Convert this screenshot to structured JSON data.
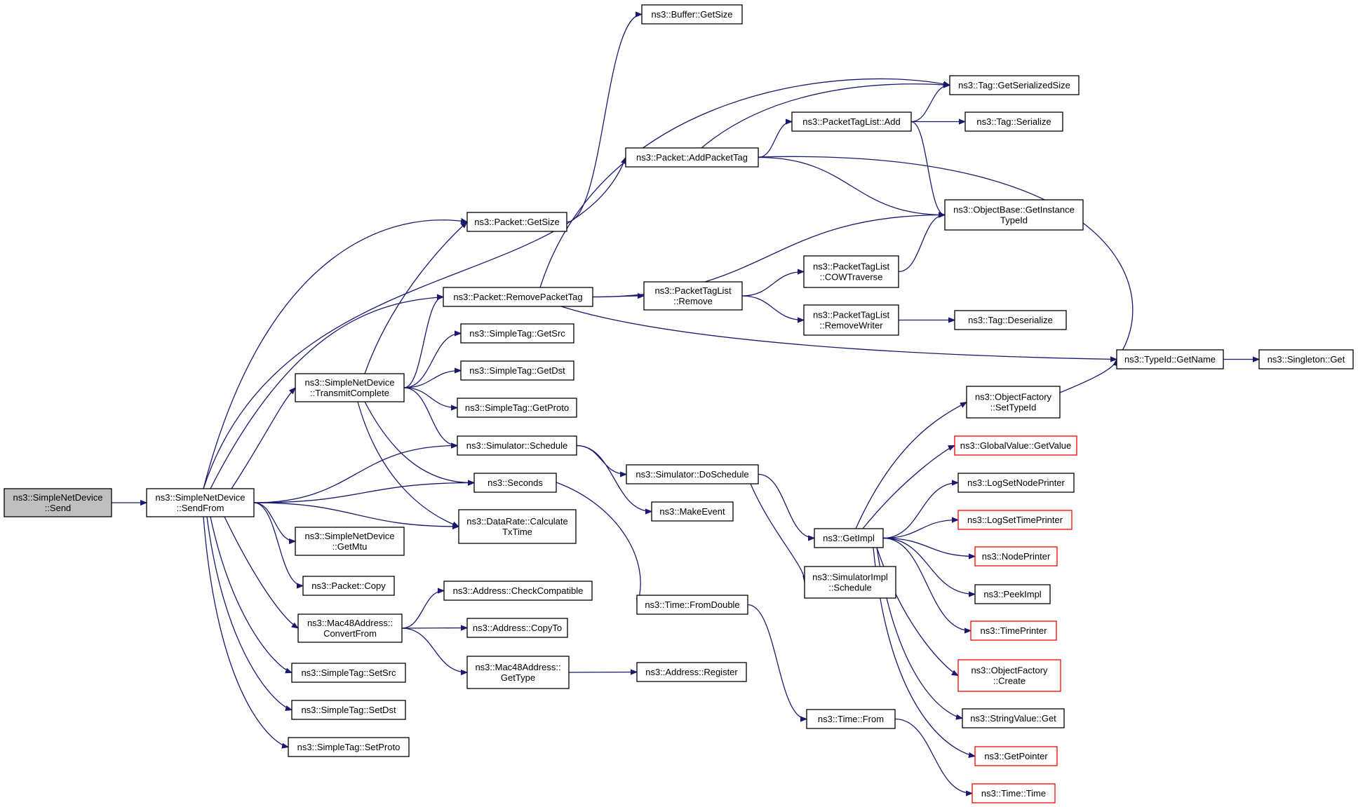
{
  "graph": {
    "nodes": [
      {
        "id": "send",
        "label": "ns3::SimpleNetDevice\n::Send",
        "root": true
      },
      {
        "id": "sendfrom",
        "label": "ns3::SimpleNetDevice\n::SendFrom"
      },
      {
        "id": "getsize",
        "label": "ns3::Packet::GetSize"
      },
      {
        "id": "buffergetsize",
        "label": "ns3::Buffer::GetSize"
      },
      {
        "id": "removepackettag",
        "label": "ns3::Packet::RemovePacketTag"
      },
      {
        "id": "transmitcomplete",
        "label": "ns3::SimpleNetDevice\n::TransmitComplete"
      },
      {
        "id": "getsrc",
        "label": "ns3::SimpleTag::GetSrc"
      },
      {
        "id": "getdst",
        "label": "ns3::SimpleTag::GetDst"
      },
      {
        "id": "getproto",
        "label": "ns3::SimpleTag::GetProto"
      },
      {
        "id": "schedule",
        "label": "ns3::Simulator::Schedule"
      },
      {
        "id": "seconds",
        "label": "ns3::Seconds"
      },
      {
        "id": "calctx",
        "label": "ns3::DataRate::Calculate\nTxTime"
      },
      {
        "id": "getmtu",
        "label": "ns3::SimpleNetDevice\n::GetMtu"
      },
      {
        "id": "copy",
        "label": "ns3::Packet::Copy"
      },
      {
        "id": "convertfrom",
        "label": "ns3::Mac48Address::\nConvertFrom"
      },
      {
        "id": "setsrc",
        "label": "ns3::SimpleTag::SetSrc"
      },
      {
        "id": "setdst",
        "label": "ns3::SimpleTag::SetDst"
      },
      {
        "id": "setproto",
        "label": "ns3::SimpleTag::SetProto"
      },
      {
        "id": "checkcompat",
        "label": "ns3::Address::CheckCompatible"
      },
      {
        "id": "copyto",
        "label": "ns3::Address::CopyTo"
      },
      {
        "id": "gettype",
        "label": "ns3::Mac48Address::\nGetType"
      },
      {
        "id": "register",
        "label": "ns3::Address::Register"
      },
      {
        "id": "addpackettag",
        "label": "ns3::Packet::AddPacketTag"
      },
      {
        "id": "ptlremove",
        "label": "ns3::PacketTagList\n::Remove"
      },
      {
        "id": "doschedule",
        "label": "ns3::Simulator::DoSchedule"
      },
      {
        "id": "makeevent",
        "label": "ns3::MakeEvent"
      },
      {
        "id": "fromdouble",
        "label": "ns3::Time::FromDouble"
      },
      {
        "id": "timefrom",
        "label": "ns3::Time::From"
      },
      {
        "id": "ptladd",
        "label": "ns3::PacketTagList::Add"
      },
      {
        "id": "getserialized",
        "label": "ns3::Tag::GetSerializedSize"
      },
      {
        "id": "tagserialize",
        "label": "ns3::Tag::Serialize"
      },
      {
        "id": "getinstancetypeid",
        "label": "ns3::ObjectBase::GetInstance\nTypeId"
      },
      {
        "id": "cowtraverse",
        "label": "ns3::PacketTagList\n::COWTraverse"
      },
      {
        "id": "removewriter",
        "label": "ns3::PacketTagList\n::RemoveWriter"
      },
      {
        "id": "tagdeserialize",
        "label": "ns3::Tag::Deserialize"
      },
      {
        "id": "typeidgetname",
        "label": "ns3::TypeId::GetName"
      },
      {
        "id": "singletonget",
        "label": "ns3::Singleton::Get"
      },
      {
        "id": "getimpl",
        "label": "ns3::GetImpl"
      },
      {
        "id": "simimplschedule",
        "label": "ns3::SimulatorImpl\n::Schedule"
      },
      {
        "id": "settypeid",
        "label": "ns3::ObjectFactory\n::SetTypeId"
      },
      {
        "id": "globalgetvalue",
        "label": "ns3::GlobalValue::GetValue",
        "truncated": true
      },
      {
        "id": "logsetnode",
        "label": "ns3::LogSetNodePrinter"
      },
      {
        "id": "logsettime",
        "label": "ns3::LogSetTimePrinter",
        "truncated": true
      },
      {
        "id": "nodeprinter",
        "label": "ns3::NodePrinter",
        "truncated": true
      },
      {
        "id": "peekimpl",
        "label": "ns3::PeekImpl"
      },
      {
        "id": "timeprinter",
        "label": "ns3::TimePrinter",
        "truncated": true
      },
      {
        "id": "ofcreate",
        "label": "ns3::ObjectFactory\n::Create",
        "truncated": true
      },
      {
        "id": "stringvalueget",
        "label": "ns3::StringValue::Get"
      },
      {
        "id": "getpointer",
        "label": "ns3::GetPointer",
        "truncated": true
      },
      {
        "id": "timetime",
        "label": "ns3::Time::Time",
        "truncated": true
      }
    ],
    "edges": [
      [
        "send",
        "sendfrom"
      ],
      [
        "sendfrom",
        "getsize"
      ],
      [
        "sendfrom",
        "addpackettag"
      ],
      [
        "sendfrom",
        "removepackettag"
      ],
      [
        "sendfrom",
        "transmitcomplete"
      ],
      [
        "sendfrom",
        "schedule"
      ],
      [
        "sendfrom",
        "seconds"
      ],
      [
        "sendfrom",
        "calctx"
      ],
      [
        "sendfrom",
        "getmtu"
      ],
      [
        "sendfrom",
        "copy"
      ],
      [
        "sendfrom",
        "convertfrom"
      ],
      [
        "sendfrom",
        "setsrc"
      ],
      [
        "sendfrom",
        "setdst"
      ],
      [
        "sendfrom",
        "setproto"
      ],
      [
        "transmitcomplete",
        "getsize"
      ],
      [
        "transmitcomplete",
        "removepackettag"
      ],
      [
        "transmitcomplete",
        "getsrc"
      ],
      [
        "transmitcomplete",
        "getdst"
      ],
      [
        "transmitcomplete",
        "getproto"
      ],
      [
        "transmitcomplete",
        "schedule"
      ],
      [
        "transmitcomplete",
        "seconds"
      ],
      [
        "transmitcomplete",
        "calctx"
      ],
      [
        "getsize",
        "buffergetsize"
      ],
      [
        "removepackettag",
        "getserialized"
      ],
      [
        "removepackettag",
        "ptlremove"
      ],
      [
        "removepackettag",
        "getinstancetypeid"
      ],
      [
        "removepackettag",
        "typeidgetname"
      ],
      [
        "addpackettag",
        "ptladd"
      ],
      [
        "addpackettag",
        "getserialized"
      ],
      [
        "addpackettag",
        "getinstancetypeid"
      ],
      [
        "addpackettag",
        "typeidgetname"
      ],
      [
        "ptladd",
        "getserialized"
      ],
      [
        "ptladd",
        "tagserialize"
      ],
      [
        "ptladd",
        "getinstancetypeid"
      ],
      [
        "ptlremove",
        "cowtraverse"
      ],
      [
        "ptlremove",
        "removewriter"
      ],
      [
        "cowtraverse",
        "getinstancetypeid"
      ],
      [
        "removewriter",
        "tagdeserialize"
      ],
      [
        "typeidgetname",
        "singletonget"
      ],
      [
        "schedule",
        "doschedule"
      ],
      [
        "schedule",
        "makeevent"
      ],
      [
        "seconds",
        "fromdouble"
      ],
      [
        "fromdouble",
        "timefrom"
      ],
      [
        "timefrom",
        "timetime"
      ],
      [
        "doschedule",
        "getimpl"
      ],
      [
        "doschedule",
        "simimplschedule"
      ],
      [
        "convertfrom",
        "checkcompat"
      ],
      [
        "convertfrom",
        "copyto"
      ],
      [
        "convertfrom",
        "gettype"
      ],
      [
        "gettype",
        "register"
      ],
      [
        "getimpl",
        "settypeid"
      ],
      [
        "getimpl",
        "globalgetvalue"
      ],
      [
        "getimpl",
        "logsetnode"
      ],
      [
        "getimpl",
        "logsettime"
      ],
      [
        "getimpl",
        "nodeprinter"
      ],
      [
        "getimpl",
        "peekimpl"
      ],
      [
        "getimpl",
        "timeprinter"
      ],
      [
        "getimpl",
        "ofcreate"
      ],
      [
        "getimpl",
        "stringvalueget"
      ],
      [
        "getimpl",
        "getpointer"
      ],
      [
        "settypeid",
        "typeidgetname"
      ]
    ]
  }
}
